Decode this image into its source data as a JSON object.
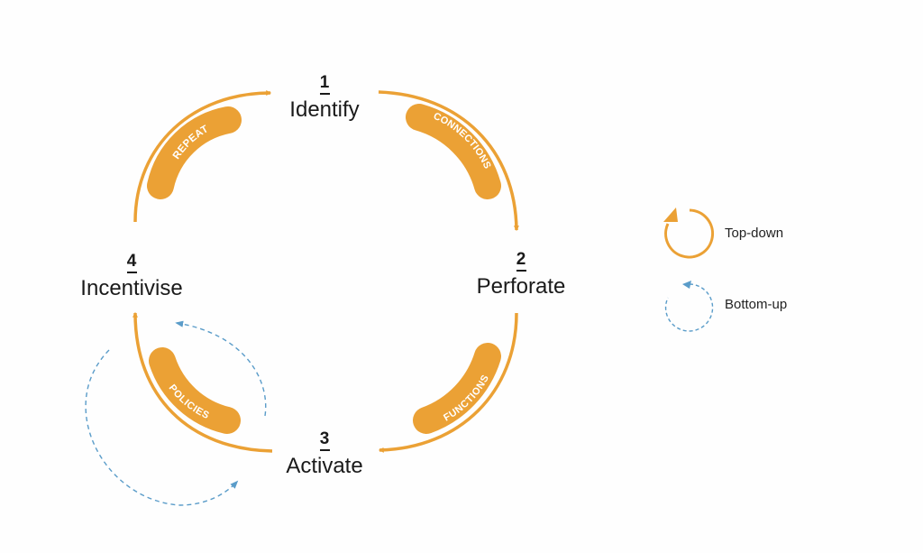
{
  "steps": [
    {
      "number": "1",
      "label": "Identify"
    },
    {
      "number": "2",
      "label": "Perforate"
    },
    {
      "number": "3",
      "label": "Activate"
    },
    {
      "number": "4",
      "label": "Incentivise"
    }
  ],
  "arc_labels": {
    "repeat": "REPEAT",
    "connections": "CONNECTIONS",
    "functions": "FUNCTIONS",
    "policies": "POLICIES"
  },
  "legend": {
    "top_down": "Top-down",
    "bottom_up": "Bottom-up"
  },
  "colors": {
    "top_down": "#eba135",
    "bottom_up": "#5a9cc9",
    "text": "#1a1a1a"
  }
}
